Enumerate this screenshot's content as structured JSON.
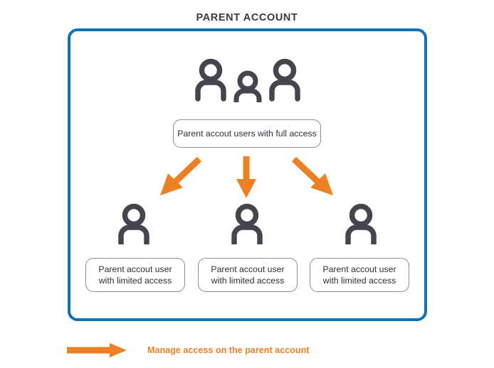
{
  "title": "PARENT ACCOUNT",
  "colors": {
    "frame_blue": "#1070b8",
    "arrow_orange": "#ED8022",
    "icon_gray": "#44454d",
    "box_border_gray": "#8b8b90",
    "title_gray": "#3b3b42",
    "background": "#ffffff"
  },
  "parent_group": {
    "icon_name": "people-group-icon",
    "icon_count": 3,
    "label": "Parent accout users with full access"
  },
  "child_accounts": [
    {
      "icon_name": "person-icon",
      "line1": "Parent accout user",
      "line2": "with limited access"
    },
    {
      "icon_name": "person-icon",
      "line1": "Parent accout user",
      "line2": "with limited access"
    },
    {
      "icon_name": "person-icon",
      "line1": "Parent accout user",
      "line2": "with limited access"
    }
  ],
  "arrows": [
    {
      "name": "arrow-down-left",
      "direction": "down-left"
    },
    {
      "name": "arrow-down",
      "direction": "down"
    },
    {
      "name": "arrow-down-right",
      "direction": "down-right"
    }
  ],
  "legend": {
    "icon_name": "arrow-right-icon",
    "label": "Manage access on the parent account"
  }
}
